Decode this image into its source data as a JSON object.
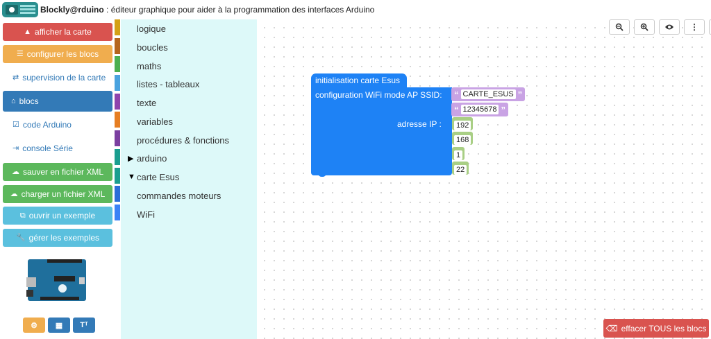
{
  "header": {
    "app_name": "Blockly@rduino",
    "subtitle": " : éditeur graphique pour aider à la programmation des interfaces Arduino"
  },
  "sidebar": {
    "buttons": [
      {
        "label": "afficher la carte",
        "icon": "warning-icon",
        "color": "#d9534f"
      },
      {
        "label": "configurer les blocs",
        "icon": "list-icon",
        "color": "#f0ad4e"
      },
      {
        "label": "supervision de la carte",
        "icon": "exchange-icon",
        "color": "#ffffff"
      },
      {
        "label": "blocs",
        "icon": "home-icon",
        "color": "#337ab7"
      },
      {
        "label": "code Arduino",
        "icon": "checkbox-icon",
        "color": "#ffffff"
      },
      {
        "label": "console Série",
        "icon": "sign-in-icon",
        "color": "#ffffff"
      },
      {
        "label": "sauver en fichier XML",
        "icon": "cloud-download-icon",
        "color": "#5cb85c"
      },
      {
        "label": "charger un fichier XML",
        "icon": "cloud-upload-icon",
        "color": "#5cb85c"
      },
      {
        "label": "ouvrir un exemple",
        "icon": "external-link-icon",
        "color": "#5bc0de"
      },
      {
        "label": "gérer les exemples",
        "icon": "wrench-icon",
        "color": "#5bc0de"
      }
    ],
    "bottom_buttons": [
      {
        "icon": "gear-icon",
        "color": "#f0ad4e"
      },
      {
        "icon": "grid-icon",
        "color": "#337ab7"
      },
      {
        "icon": "text-size-icon",
        "color": "#337ab7"
      }
    ]
  },
  "toolbox": {
    "category_colors": [
      "#d4a017",
      "#b5651d",
      "#4caf50",
      "#4aa3df",
      "#8e44ad",
      "#e67e22",
      "#7b3fa0",
      "#1a9e8f",
      "#1a9e8f",
      "#2a6ed8",
      "#3b82f6"
    ],
    "items": [
      {
        "label": "logique"
      },
      {
        "label": "boucles"
      },
      {
        "label": "maths"
      },
      {
        "label": "listes - tableaux"
      },
      {
        "label": "texte"
      },
      {
        "label": "variables"
      },
      {
        "label": "procédures & fonctions"
      },
      {
        "label": "arduino",
        "arrow": "▶"
      },
      {
        "label": "carte Esus",
        "arrow": "▼"
      },
      {
        "label": "commandes moteurs"
      },
      {
        "label": "WiFi"
      }
    ]
  },
  "workspace": {
    "tools": [
      "zoom-out-icon",
      "zoom-in-icon",
      "eye-icon",
      "more-vert-icon"
    ],
    "block": {
      "title": "initialisation carte Esus",
      "wifi_label": "configuration WiFi mode AP SSID:",
      "ssid": "CARTE_ESUS",
      "password": "12345678",
      "ip_label": "adresse IP :",
      "ip": [
        "192",
        "168",
        "1",
        "22"
      ],
      "block_color": "#1e82f5",
      "string_color": "#c9a3e4",
      "number_color": "#a9cf85"
    },
    "clear_button": "effacer TOUS les blocs"
  }
}
